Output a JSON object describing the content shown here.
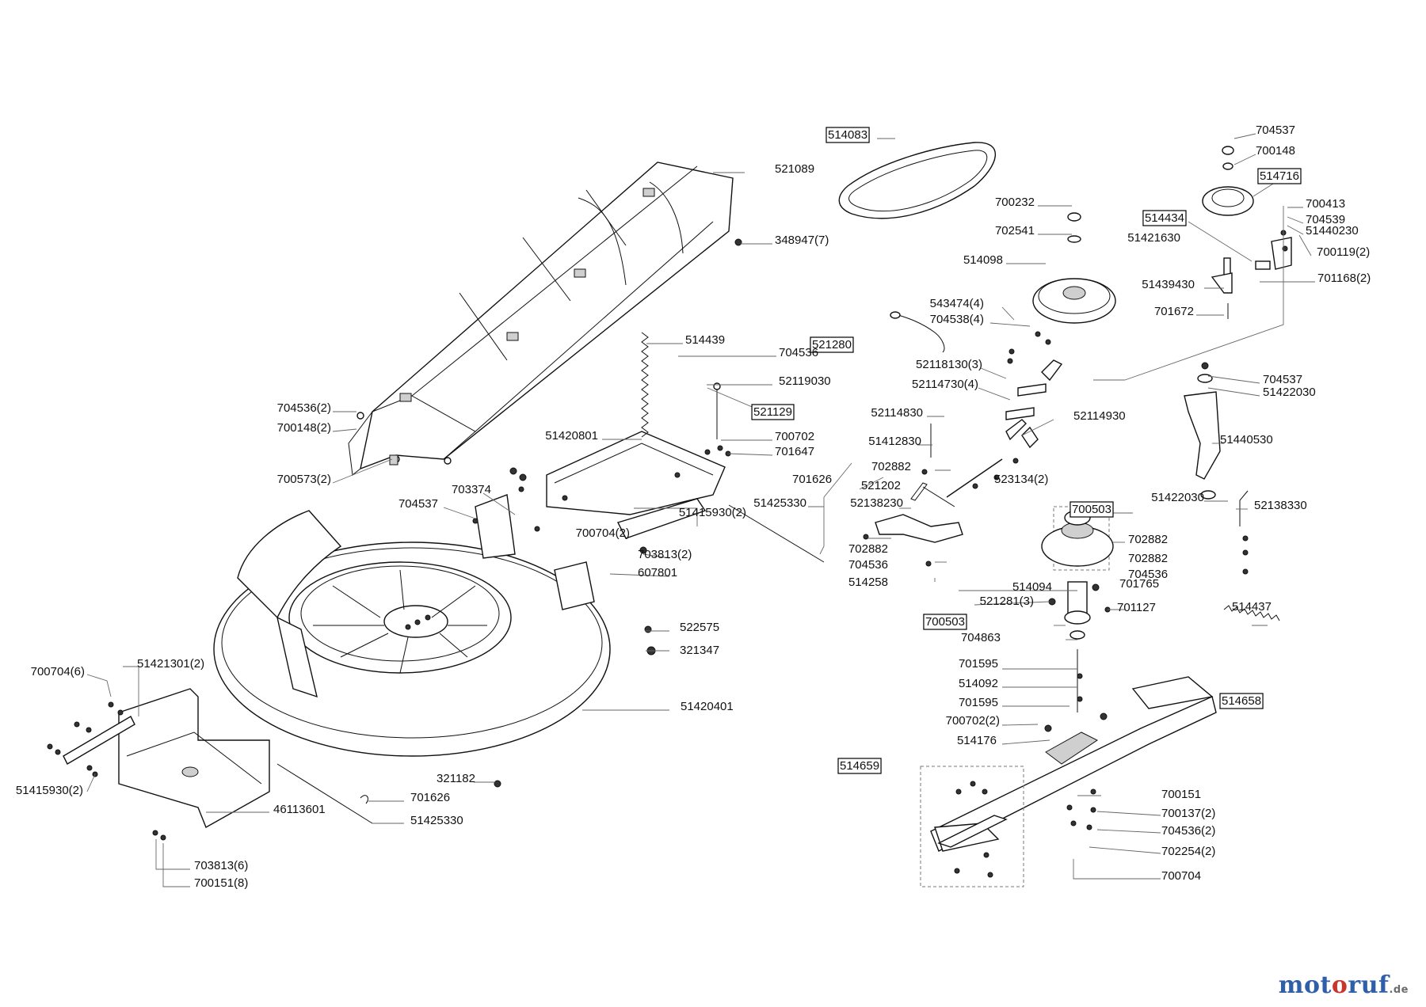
{
  "labels": [
    {
      "text": "514083",
      "boxed": true
    },
    {
      "text": "521089",
      "boxed": false
    },
    {
      "text": "348947(7)",
      "boxed": false
    },
    {
      "text": "704537",
      "boxed": false
    },
    {
      "text": "700148",
      "boxed": false
    },
    {
      "text": "514716",
      "boxed": true
    },
    {
      "text": "700413",
      "boxed": false
    },
    {
      "text": "704539",
      "boxed": false
    },
    {
      "text": "51440230",
      "boxed": false
    },
    {
      "text": "700119(2)",
      "boxed": false
    },
    {
      "text": "514434",
      "boxed": true
    },
    {
      "text": "51421630",
      "boxed": false
    },
    {
      "text": "700232",
      "boxed": false
    },
    {
      "text": "702541",
      "boxed": false
    },
    {
      "text": "514098",
      "boxed": false
    },
    {
      "text": "701168(2)",
      "boxed": false
    },
    {
      "text": "51439430",
      "boxed": false
    },
    {
      "text": "701672",
      "boxed": false
    },
    {
      "text": "543474(4)",
      "boxed": false
    },
    {
      "text": "704538(4)",
      "boxed": false
    },
    {
      "text": "521280",
      "boxed": true
    },
    {
      "text": "52118130(3)",
      "boxed": false
    },
    {
      "text": "52114730(4)",
      "boxed": false
    },
    {
      "text": "704537",
      "boxed": false
    },
    {
      "text": "51422030",
      "boxed": false
    },
    {
      "text": "514439",
      "boxed": false
    },
    {
      "text": "704536",
      "boxed": false
    },
    {
      "text": "52119030",
      "boxed": false
    },
    {
      "text": "521129",
      "boxed": true
    },
    {
      "text": "700702",
      "boxed": false
    },
    {
      "text": "701647",
      "boxed": false
    },
    {
      "text": "52114830",
      "boxed": false
    },
    {
      "text": "52114930",
      "boxed": false
    },
    {
      "text": "51412830",
      "boxed": false
    },
    {
      "text": "51440530",
      "boxed": false
    },
    {
      "text": "704536(2)",
      "boxed": false
    },
    {
      "text": "700148(2)",
      "boxed": false
    },
    {
      "text": "700573(2)",
      "boxed": false
    },
    {
      "text": "51420801",
      "boxed": false
    },
    {
      "text": "702882",
      "boxed": false
    },
    {
      "text": "523134(2)",
      "boxed": false
    },
    {
      "text": "701626",
      "boxed": false
    },
    {
      "text": "521202",
      "boxed": false
    },
    {
      "text": "52138230",
      "boxed": false
    },
    {
      "text": "51425330",
      "boxed": false
    },
    {
      "text": "51422030",
      "boxed": false
    },
    {
      "text": "700503",
      "boxed": true
    },
    {
      "text": "52138330",
      "boxed": false
    },
    {
      "text": "703374",
      "boxed": false
    },
    {
      "text": "704537",
      "boxed": false
    },
    {
      "text": "51415930(2)",
      "boxed": false
    },
    {
      "text": "700704(2)",
      "boxed": false
    },
    {
      "text": "703813(2)",
      "boxed": false
    },
    {
      "text": "607801",
      "boxed": false
    },
    {
      "text": "702882",
      "boxed": false
    },
    {
      "text": "704536",
      "boxed": false
    },
    {
      "text": "514258",
      "boxed": false
    },
    {
      "text": "702882",
      "boxed": false
    },
    {
      "text": "702882",
      "boxed": false
    },
    {
      "text": "704536",
      "boxed": false
    },
    {
      "text": "514094",
      "boxed": false
    },
    {
      "text": "521281(3)",
      "boxed": false
    },
    {
      "text": "701765",
      "boxed": false
    },
    {
      "text": "701127",
      "boxed": false
    },
    {
      "text": "700503",
      "boxed": true
    },
    {
      "text": "704863",
      "boxed": false
    },
    {
      "text": "514437",
      "boxed": false
    },
    {
      "text": "522575",
      "boxed": false
    },
    {
      "text": "321347",
      "boxed": false
    },
    {
      "text": "700704(6)",
      "boxed": false
    },
    {
      "text": "51421301(2)",
      "boxed": false
    },
    {
      "text": "701595",
      "boxed": false
    },
    {
      "text": "514092",
      "boxed": false
    },
    {
      "text": "701595",
      "boxed": false
    },
    {
      "text": "700702(2)",
      "boxed": false
    },
    {
      "text": "514658",
      "boxed": true
    },
    {
      "text": "51420401",
      "boxed": false
    },
    {
      "text": "514176",
      "boxed": false
    },
    {
      "text": "514659",
      "boxed": true
    },
    {
      "text": "51415930(2)",
      "boxed": false
    },
    {
      "text": "321182",
      "boxed": false
    },
    {
      "text": "701626",
      "boxed": false
    },
    {
      "text": "46113601",
      "boxed": false
    },
    {
      "text": "51425330",
      "boxed": false
    },
    {
      "text": "700151",
      "boxed": false
    },
    {
      "text": "700137(2)",
      "boxed": false
    },
    {
      "text": "704536(2)",
      "boxed": false
    },
    {
      "text": "702254(2)",
      "boxed": false
    },
    {
      "text": "700704",
      "boxed": false
    },
    {
      "text": "703813(6)",
      "boxed": false
    },
    {
      "text": "700151(8)",
      "boxed": false
    }
  ],
  "watermark": {
    "part1": "mot",
    "part2": "o",
    "part3": "ruf",
    "suffix": ".de"
  }
}
